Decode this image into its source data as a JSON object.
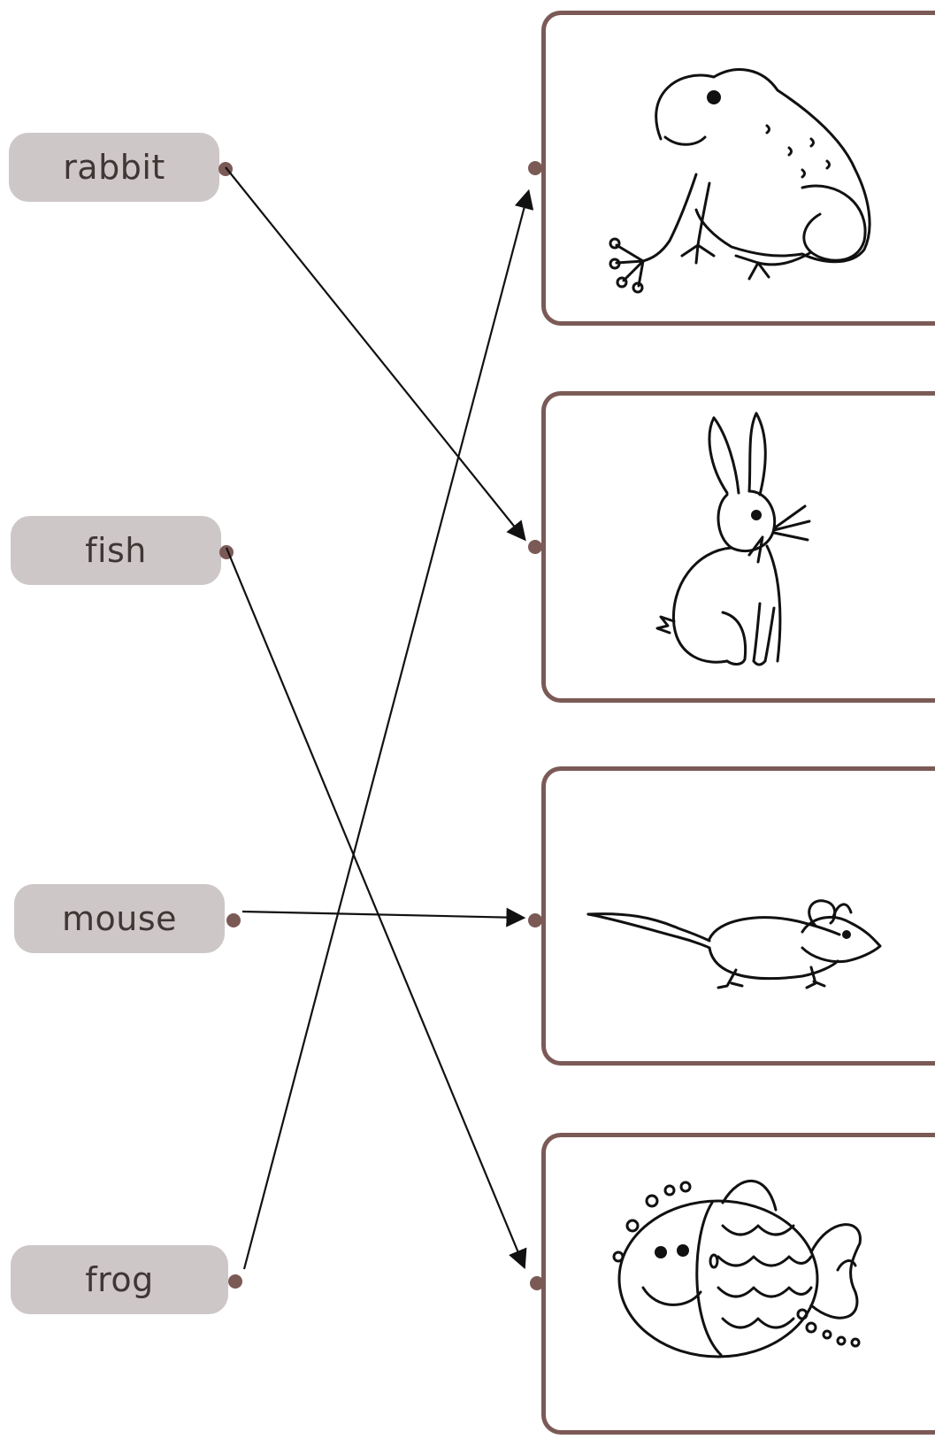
{
  "words": [
    {
      "id": "rabbit",
      "label": "rabbit"
    },
    {
      "id": "fish",
      "label": "fish"
    },
    {
      "id": "mouse",
      "label": "mouse"
    },
    {
      "id": "frog",
      "label": "frog"
    }
  ],
  "pictures": [
    {
      "id": "frog",
      "icon": "frog-drawing"
    },
    {
      "id": "rabbit",
      "icon": "rabbit-drawing"
    },
    {
      "id": "mouse",
      "icon": "mouse-drawing"
    },
    {
      "id": "fish",
      "icon": "fish-drawing"
    }
  ],
  "matches": [
    {
      "from": "rabbit",
      "to": "rabbit"
    },
    {
      "from": "fish",
      "to": "fish"
    },
    {
      "from": "mouse",
      "to": "mouse"
    },
    {
      "from": "frog",
      "to": "frog"
    }
  ],
  "colors": {
    "label_bg": "#cec7c7",
    "label_text": "#3f3636",
    "card_border": "#7b5a56",
    "connector": "#7b5a56",
    "line": "#111111"
  }
}
